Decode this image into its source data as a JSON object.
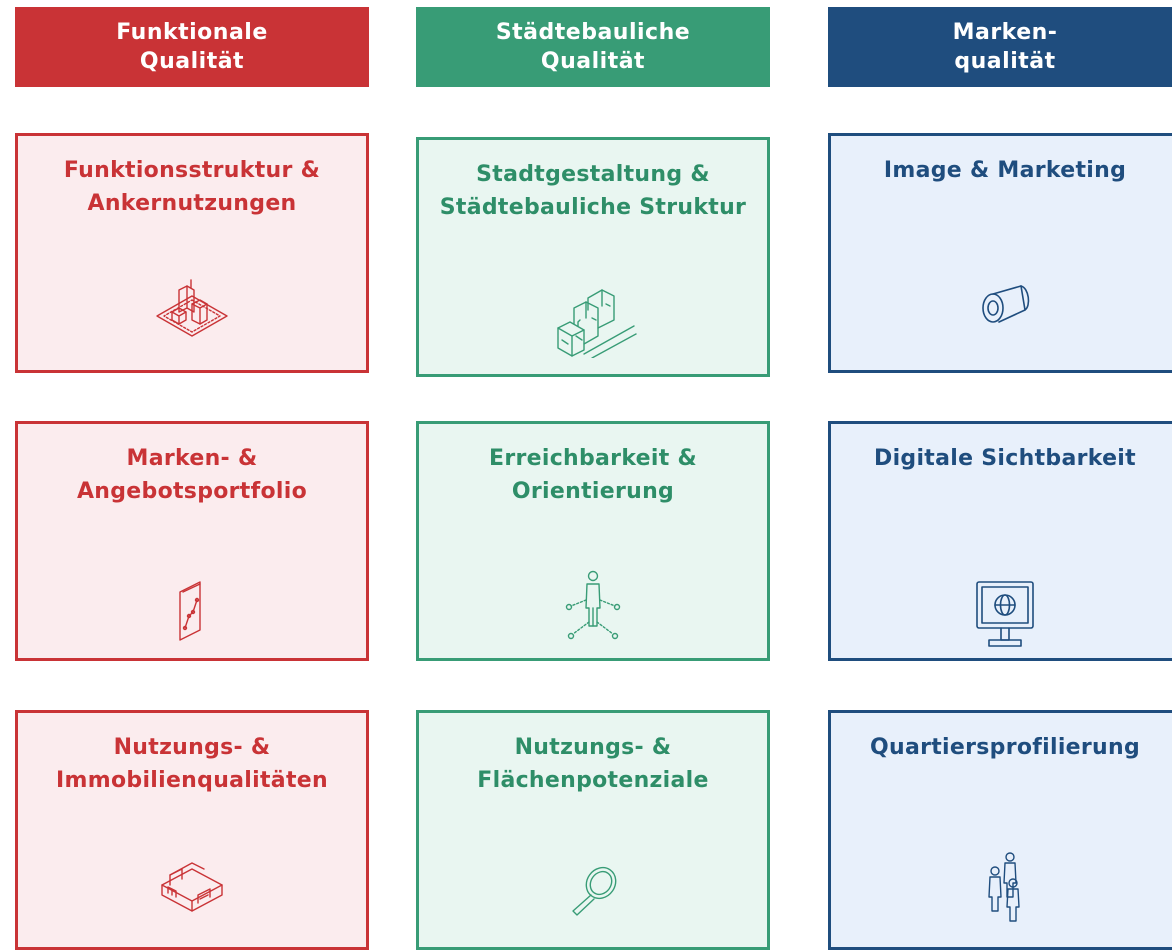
{
  "columns": [
    {
      "header": "Funktionale\nQualität",
      "accent": "#c93336",
      "cards": [
        {
          "title": "Funktionsstruktur &\nAnkernutzungen",
          "icon": "isometric-city-block-icon"
        },
        {
          "title": "Marken- &\nAngebotsportfolio",
          "icon": "brochure-chart-icon"
        },
        {
          "title": "Nutzungs- &\nImmobilienqualitäten",
          "icon": "shop-building-icon"
        }
      ]
    },
    {
      "header": "Städtebauliche\nQualität",
      "accent": "#389c76",
      "cards": [
        {
          "title": "Stadtgestaltung &\nStädtebauliche Struktur",
          "icon": "street-buildings-icon"
        },
        {
          "title": "Erreichbarkeit &\nOrientierung",
          "icon": "person-directions-icon"
        },
        {
          "title": "Nutzungs- &\nFlächenpotenziale",
          "icon": "magnifying-glass-icon"
        }
      ]
    },
    {
      "header": "Marken-\nqualität",
      "accent": "#1f4d7e",
      "cards": [
        {
          "title": "Image & Marketing",
          "icon": "megaphone-icon"
        },
        {
          "title": "Digitale Sichtbarkeit",
          "icon": "monitor-globe-icon"
        },
        {
          "title": "Quartiersprofilierung",
          "icon": "people-group-icon"
        }
      ]
    }
  ]
}
